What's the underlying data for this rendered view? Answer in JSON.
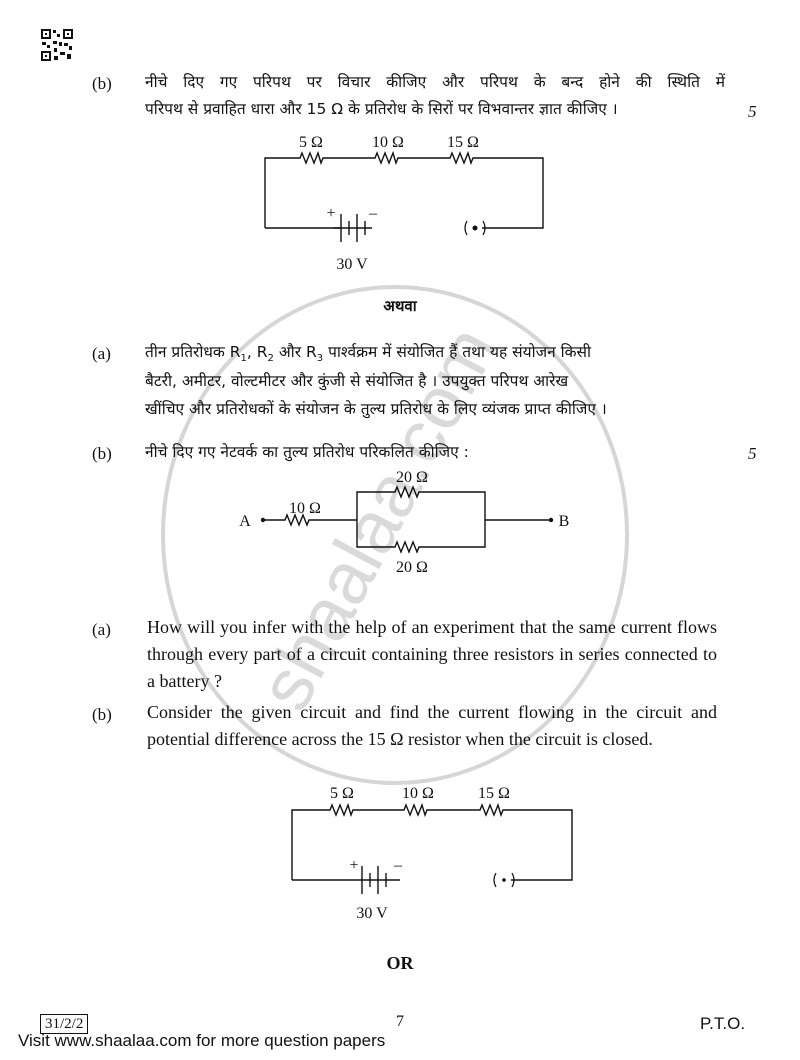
{
  "page": {
    "watermark_text": "shaalaa.com",
    "hindi_section": {
      "q_b": {
        "label": "(b)",
        "line1": "नीचे दिए गए परिपथ पर विचार कीजिए और परिपथ के बन्द होने की स्थिति में",
        "line2": "परिपथ से प्रवाहित धारा और 15 Ω के प्रतिरोध के सिरों पर विभवान्तर ज्ञात कीजिए ।",
        "marks": "5"
      },
      "circuit1": {
        "r1": "5 Ω",
        "r2": "10 Ω",
        "r3": "15 Ω",
        "battery": "30 V",
        "plus": "+",
        "minus": "–",
        "key": "(·)"
      },
      "or_text": "अथवा",
      "q_a2": {
        "label": "(a)",
        "line1_pre": "तीन प्रतिरोधक R",
        "line1_rest": "पार्श्वक्रम में संयोजित हैं तथा यह संयोजन किसी",
        "line2": "बैटरी, अमीटर, वोल्टमीटर और कुंजी से संयोजित है । उपयुक्त परिपथ आरेख",
        "line3": "खींचिए और प्रतिरोधकों के संयोजन के तुल्य प्रतिरोध के लिए व्यंजक प्राप्त कीजिए ।",
        "sub1": "1",
        "sep1": ", R",
        "sub2": "2",
        "sep2": " और R",
        "sub3": "3"
      },
      "q_b2": {
        "label": "(b)",
        "line1": "नीचे दिए गए नेटवर्क का तुल्य प्रतिरोध परिकलित कीजिए :",
        "marks": "5"
      },
      "network": {
        "a": "A",
        "b": "B",
        "r_series": "10 Ω",
        "r_top": "20 Ω",
        "r_bottom": "20 Ω"
      }
    },
    "english_section": {
      "q_a": {
        "label": "(a)",
        "text": "How will you infer with the help of an experiment that the same current flows through every part of a circuit containing three resistors in series connected to a battery ?"
      },
      "q_b": {
        "label": "(b)",
        "text": "Consider the given circuit and find the current flowing in the circuit and potential difference across the 15 Ω resistor when the circuit is closed."
      },
      "circuit2": {
        "r1": "5 Ω",
        "r2": "10 Ω",
        "r3": "15 Ω",
        "battery": "30 V",
        "plus": "+",
        "minus": "–",
        "key": "(·)"
      },
      "or_text": "OR"
    },
    "footer": {
      "code": "31/2/2",
      "page_number": "7",
      "pto": "P.T.O.",
      "visit": "Visit www.shaalaa.com for more question papers"
    }
  }
}
